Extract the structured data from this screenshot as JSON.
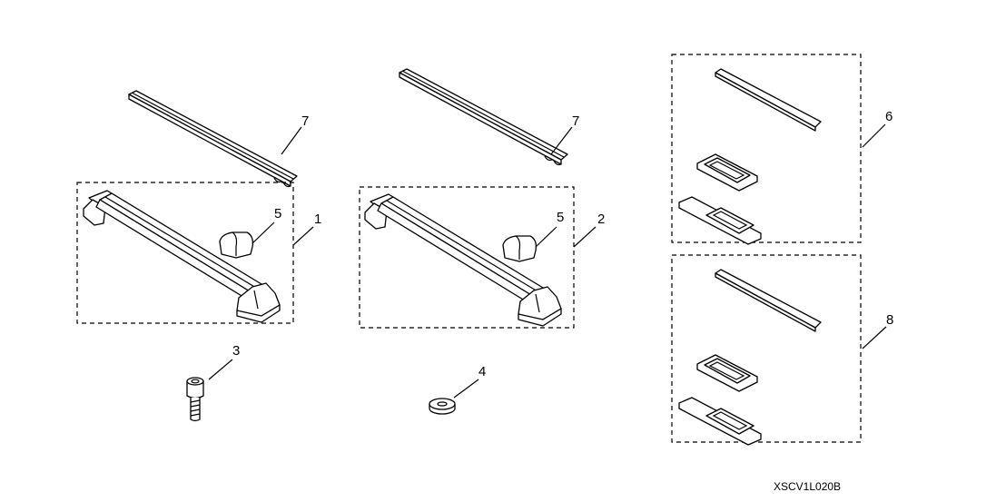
{
  "diagram": {
    "callouts": {
      "strip_left": "7",
      "strip_middle": "7",
      "crossbar_kit_left": "1",
      "crossbar_kit_right": "2",
      "end_cap_left": "5",
      "end_cap_right": "5",
      "bolt": "3",
      "washer": "4",
      "pad_kit_upper": "6",
      "pad_kit_lower": "8"
    },
    "figure_code": "XSCV1L020B"
  }
}
